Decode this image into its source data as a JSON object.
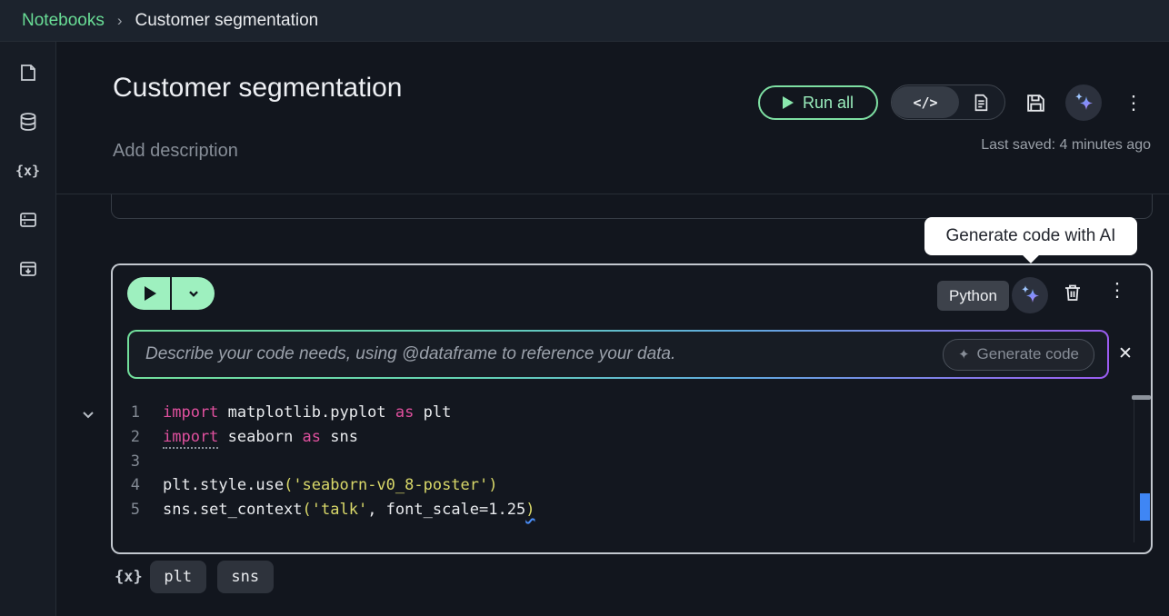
{
  "breadcrumb": {
    "root": "Notebooks",
    "separator": "›",
    "current": "Customer segmentation"
  },
  "doc_header": {
    "title": "Customer segmentation",
    "description_placeholder": "Add description",
    "run_all_label": "Run all",
    "code_toggle_glyph": "</>",
    "last_saved": "Last saved: 4 minutes ago"
  },
  "tooltip": {
    "text": "Generate code with AI"
  },
  "cell": {
    "language_badge": "Python",
    "prompt_placeholder": "Describe your code needs, using @dataframe to reference your data.",
    "generate_label": "Generate code",
    "generate_sparkle_glyph": "✦",
    "close_glyph": "✕",
    "code_lines": [
      {
        "n": "1",
        "tokens": [
          {
            "c": "kw",
            "t": "import"
          },
          {
            "c": "pl",
            "t": " matplotlib.pyplot "
          },
          {
            "c": "kw",
            "t": "as"
          },
          {
            "c": "pl",
            "t": " plt"
          }
        ]
      },
      {
        "n": "2",
        "tokens": [
          {
            "c": "kw dotted",
            "t": "import"
          },
          {
            "c": "pl",
            "t": " seaborn "
          },
          {
            "c": "kw",
            "t": "as"
          },
          {
            "c": "pl",
            "t": " sns"
          }
        ]
      },
      {
        "n": "3",
        "tokens": []
      },
      {
        "n": "4",
        "tokens": [
          {
            "c": "pl",
            "t": "plt.style.use"
          },
          {
            "c": "str",
            "t": "("
          },
          {
            "c": "str",
            "t": "'seaborn-v0_8-poster'"
          },
          {
            "c": "str",
            "t": ")"
          }
        ]
      },
      {
        "n": "5",
        "tokens": [
          {
            "c": "pl",
            "t": "sns.set_context"
          },
          {
            "c": "str",
            "t": "("
          },
          {
            "c": "str",
            "t": "'talk'"
          },
          {
            "c": "pl",
            "t": ", font_scale=1.25"
          },
          {
            "c": "str err",
            "t": ")"
          }
        ]
      }
    ]
  },
  "variables": {
    "label": "{x}",
    "items": [
      "plt",
      "sns"
    ]
  },
  "colors": {
    "accent_green": "#69dd96",
    "run_button_mint": "#9ef0bf",
    "keyword_pink": "#e0509e",
    "string_yellow": "#d9d869",
    "error_squiggle_blue": "#4a8df6",
    "overview_marker_blue": "#3f86f4",
    "ai_gradient_start": "#72df9c",
    "ai_gradient_end": "#9a5cf0"
  }
}
